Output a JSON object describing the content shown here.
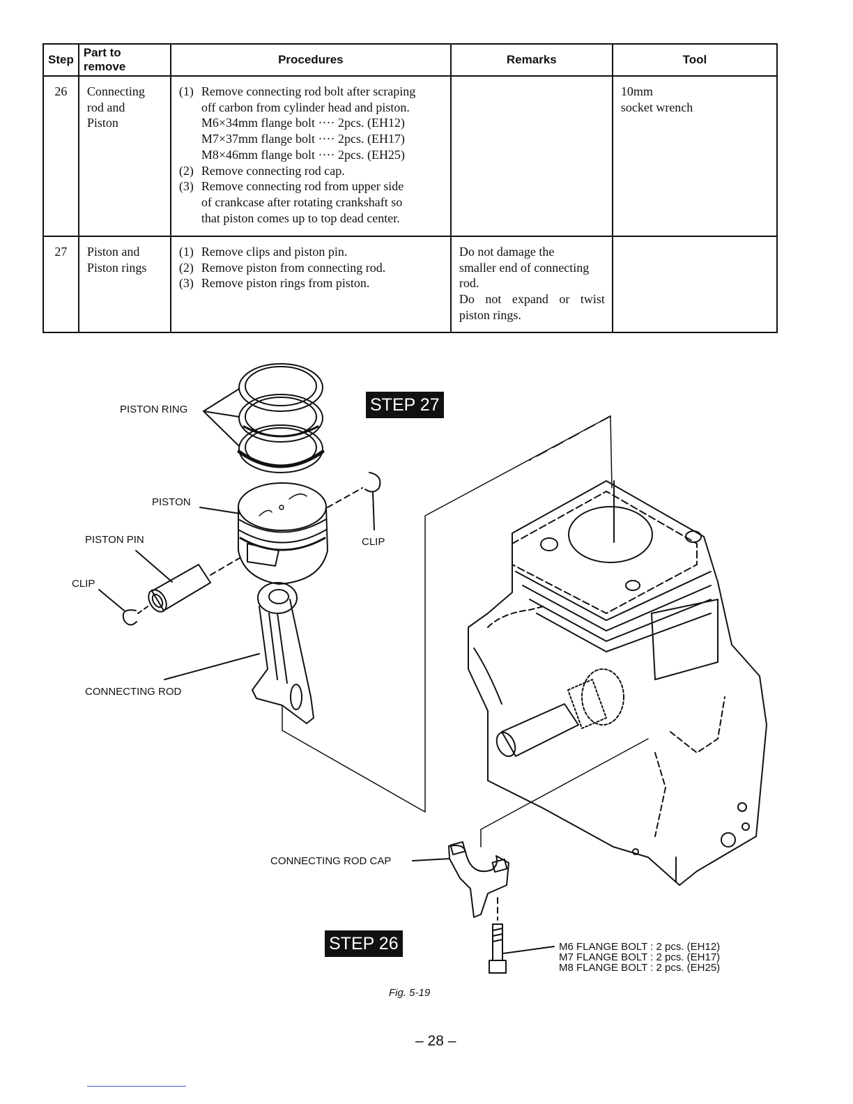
{
  "table": {
    "headers": {
      "step": "Step",
      "part": "Part to remove",
      "procedures": "Procedures",
      "remarks": "Remarks",
      "tool": "Tool"
    },
    "rows": [
      {
        "step": "26",
        "part": [
          "Connecting",
          "rod and",
          "Piston"
        ],
        "procedures": [
          {
            "num": "(1)",
            "text": "Remove connecting rod bolt after scraping"
          },
          {
            "num": "",
            "text": "off carbon from cylinder head and piston."
          },
          {
            "num": "",
            "text": "M6×34mm flange bolt ···· 2pcs. (EH12)"
          },
          {
            "num": "",
            "text": "M7×37mm flange bolt ···· 2pcs. (EH17)"
          },
          {
            "num": "",
            "text": "M8×46mm flange bolt ···· 2pcs. (EH25)"
          },
          {
            "num": "(2)",
            "text": "Remove connecting rod cap."
          },
          {
            "num": "(3)",
            "text": "Remove connecting rod from upper side"
          },
          {
            "num": "",
            "text": "of crankcase after rotating crankshaft so"
          },
          {
            "num": "",
            "text": "that piston comes up to top dead center."
          }
        ],
        "remarks": [],
        "tool": [
          "10mm",
          "socket wrench"
        ]
      },
      {
        "step": "27",
        "part": [
          "Piston and",
          "Piston rings"
        ],
        "procedures": [
          {
            "num": "(1)",
            "text": "Remove clips and piston pin."
          },
          {
            "num": "(2)",
            "text": "Remove piston from connecting rod."
          },
          {
            "num": "(3)",
            "text": "Remove piston rings from piston."
          }
        ],
        "remarks": [
          "Do not damage the",
          "smaller end of connecting",
          "rod.",
          "Do not expand or twist",
          "piston rings."
        ],
        "tool": []
      }
    ]
  },
  "figure": {
    "labels": {
      "piston_ring": "PISTON RING",
      "piston": "PISTON",
      "piston_pin": "PISTON PIN",
      "clip_left": "CLIP",
      "clip_right": "CLIP",
      "connecting_rod": "CONNECTING ROD",
      "connecting_rod_cap": "CONNECTING ROD CAP",
      "bolt_lines": [
        "M6 FLANGE BOLT : 2 pcs. (EH12)",
        "M7 FLANGE BOLT : 2 pcs. (EH17)",
        "M8 FLANGE BOLT : 2 pcs. (EH25)"
      ]
    },
    "step_27": "STEP 27",
    "step_26": "STEP 26",
    "caption": "Fig. 5-19"
  },
  "page_number": "– 28 –"
}
